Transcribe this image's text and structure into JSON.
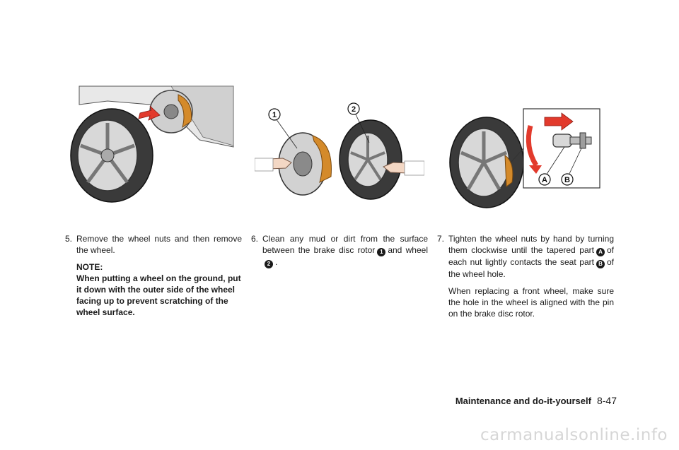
{
  "figures": {
    "fig2_labels": [
      "1",
      "2"
    ],
    "fig3_labels": [
      "A",
      "B"
    ]
  },
  "steps": [
    {
      "number": "5.",
      "text": "Remove the wheel nuts and then remove the wheel.",
      "note_title": "NOTE:",
      "note_text": "When putting a wheel on the ground, put it down with the outer side of the wheel facing up to prevent scratching of the wheel surface."
    },
    {
      "number": "6.",
      "text_a": "Clean any mud or dirt from the surface between the brake disc rotor",
      "ref1": "1",
      "text_b": "and wheel",
      "ref2": "2",
      "text_c": "."
    },
    {
      "number": "7.",
      "text_a": "Tighten the wheel nuts by hand by turning them clockwise until the tapered part",
      "refA": "A",
      "text_b": "of each nut lightly contacts the seat part",
      "refB": "B",
      "text_c": "of the wheel hole.",
      "para2": "When replacing a front wheel, make sure the hole in the wheel is aligned with the pin on the brake disc rotor."
    }
  ],
  "footer": {
    "section": "Maintenance and do-it-yourself",
    "page": "8-47"
  },
  "watermark": "carmanualsonline.info",
  "colors": {
    "arrow": "#e23a2c",
    "caliper": "#d48a2a"
  }
}
